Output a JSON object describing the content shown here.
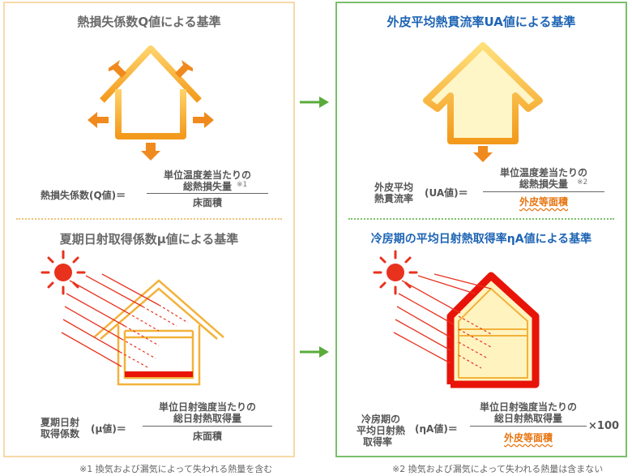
{
  "left": {
    "top_title": "熱損失係数Q値による基準",
    "formula_q": {
      "lhs": "熱損失係数(Q値)＝",
      "num1": "単位温度差当たりの",
      "num2": "総熱損失量",
      "note": "※1",
      "den": "床面積"
    },
    "bottom_title": "夏期日射取得係数μ値による基準",
    "formula_mu": {
      "lhs1": "夏期日射",
      "lhs2": "取得係数",
      "lhs3": "(μ値)＝",
      "num1": "単位日射強度当たりの",
      "num2": "総日射熱取得量",
      "den": "床面積"
    },
    "footnote": "※1 換気および漏気によって失われる熱量を含む"
  },
  "right": {
    "top_title": "外皮平均熱貫流率UA値による基準",
    "formula_ua": {
      "lhs1": "外皮平均",
      "lhs2": "熱貫流率",
      "lhs3": "(UA値)＝",
      "num1": "単位温度差当たりの",
      "num2": "総熱損失量",
      "note": "※2",
      "den": "外皮等面積"
    },
    "bottom_title": "冷房期の平均日射熱取得率ηA値による基準",
    "formula_eta": {
      "lhs1": "冷房期の",
      "lhs2": "平均日射熱",
      "lhs3": "取得率",
      "lhs4": "(ηA値)＝",
      "num1": "単位日射強度当たりの",
      "num2": "総日射熱取得量",
      "den": "外皮等面積",
      "mult": "×100"
    },
    "footnote": "※2 換気および漏気によって失われる熱量は含まない"
  },
  "colors": {
    "house_orange": "#f6a623",
    "arrow_orange": "#f08a1e",
    "sun_red": "#e8321e",
    "heavy_red": "#e8140a",
    "title_blue": "#1e64b4",
    "green": "#5aab3c"
  }
}
